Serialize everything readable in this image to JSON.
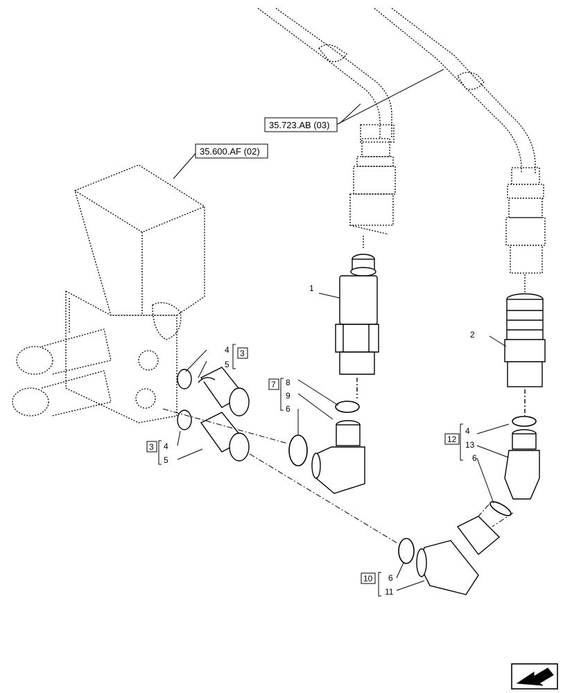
{
  "references": {
    "upper_hoses": "35.723.AB (03)",
    "valve_block": "35.600.AF (02)"
  },
  "item_numbers": {
    "n1": "1",
    "n2": "2",
    "g3a_box": "3",
    "g3a_4": "4",
    "g3a_5": "5",
    "g3b_box": "3",
    "g3b_4": "4",
    "g3b_5": "5",
    "g7_box": "7",
    "g7_8": "8",
    "g7_9": "9",
    "g7_6": "6",
    "g12_box": "12",
    "g12_4": "4",
    "g12_13": "13",
    "g12_6": "6",
    "g10_box": "10",
    "g10_6": "6",
    "g10_11": "11"
  },
  "nav_icon": "next-page-arrow-icon"
}
